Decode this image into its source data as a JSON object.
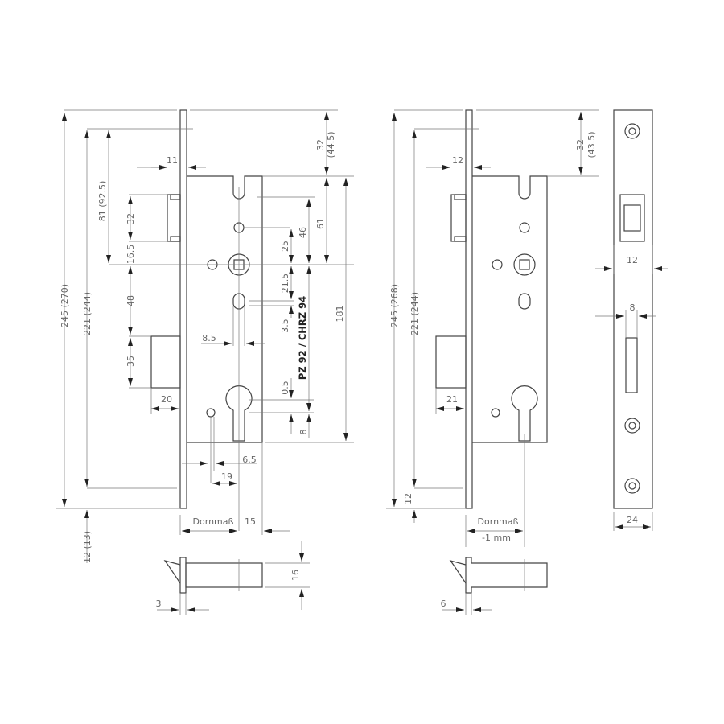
{
  "left_lock": {
    "overall_height": "245 (270)",
    "height_221": "221 (244)",
    "dim_81": "81 (92.5)",
    "dim_32_latch": "32",
    "dim_16_5": "16.5",
    "dim_48": "48",
    "dim_35": "35",
    "dim_11": "11",
    "dim_20": "20",
    "dim_32_top": "32",
    "dim_44_5": "(44.5)",
    "dim_46": "46",
    "dim_61": "61",
    "dim_25": "25",
    "dim_21_5": "21.5",
    "dim_3_5": "3.5",
    "cylinder_label": "PZ 92 / CHRZ 94",
    "dim_181": "181",
    "dim_0_5": "0.5",
    "dim_8": "8",
    "dim_8_5": "8.5",
    "dim_6_5": "6.5",
    "dim_19": "19",
    "backset_label": "Dornmaß",
    "dim_15": "15",
    "dim_12_13": "12 (13)",
    "dim_16": "16",
    "dim_3": "3"
  },
  "middle_lock": {
    "overall_height": "245 (268)",
    "height_221": "221 (244)",
    "dim_12_bottom": "12",
    "dim_12": "12",
    "dim_21": "21",
    "dim_32_top": "32",
    "dim_43_5": "(43.5)",
    "backset_label": "Dornmaß",
    "backset_note": "-1 mm",
    "dim_6": "6"
  },
  "faceplate": {
    "dim_12": "12",
    "dim_8": "8",
    "dim_24": "24"
  }
}
